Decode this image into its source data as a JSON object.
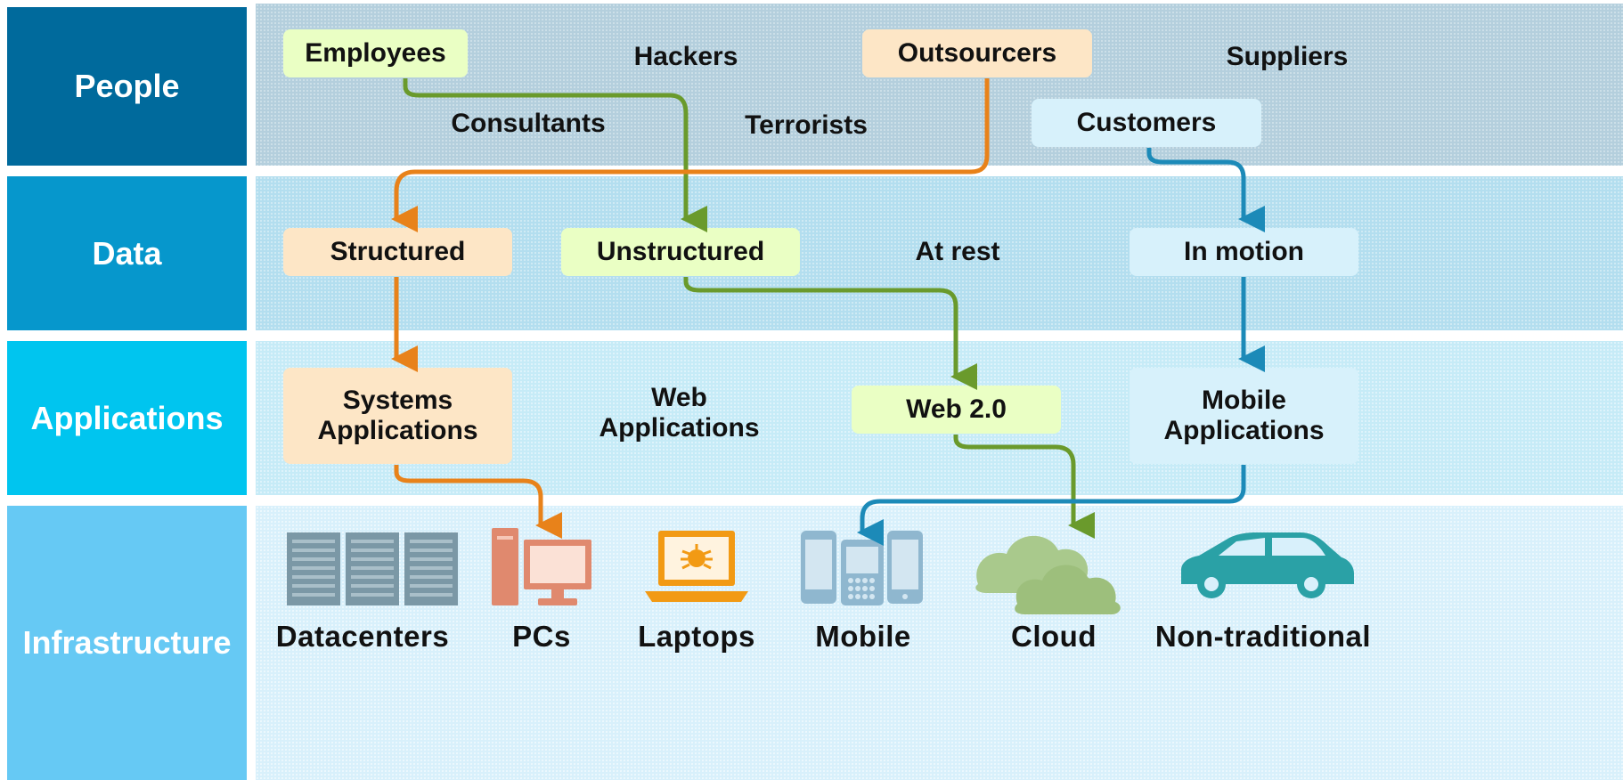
{
  "layers": {
    "people": "People",
    "data": "Data",
    "applications": "Applications",
    "infrastructure": "Infrastructure"
  },
  "people": {
    "employees": "Employees",
    "hackers": "Hackers",
    "outsourcers": "Outsourcers",
    "suppliers": "Suppliers",
    "consultants": "Consultants",
    "terrorists": "Terrorists",
    "customers": "Customers"
  },
  "data": {
    "structured": "Structured",
    "unstructured": "Unstructured",
    "at_rest": "At rest",
    "in_motion": "In motion"
  },
  "applications": {
    "systems_line1": "Systems",
    "systems_line2": "Applications",
    "web_line1": "Web",
    "web_line2": "Applications",
    "web20": "Web 2.0",
    "mobile_line1": "Mobile",
    "mobile_line2": "Applications"
  },
  "infrastructure": {
    "datacenters": "Datacenters",
    "pcs": "PCs",
    "laptops": "Laptops",
    "mobile": "Mobile",
    "cloud": "Cloud",
    "non_traditional": "Non-traditional"
  },
  "colors": {
    "green_arrow": "#6a9a2c",
    "orange_arrow": "#e8821a",
    "blue_arrow": "#1c8ab8"
  }
}
